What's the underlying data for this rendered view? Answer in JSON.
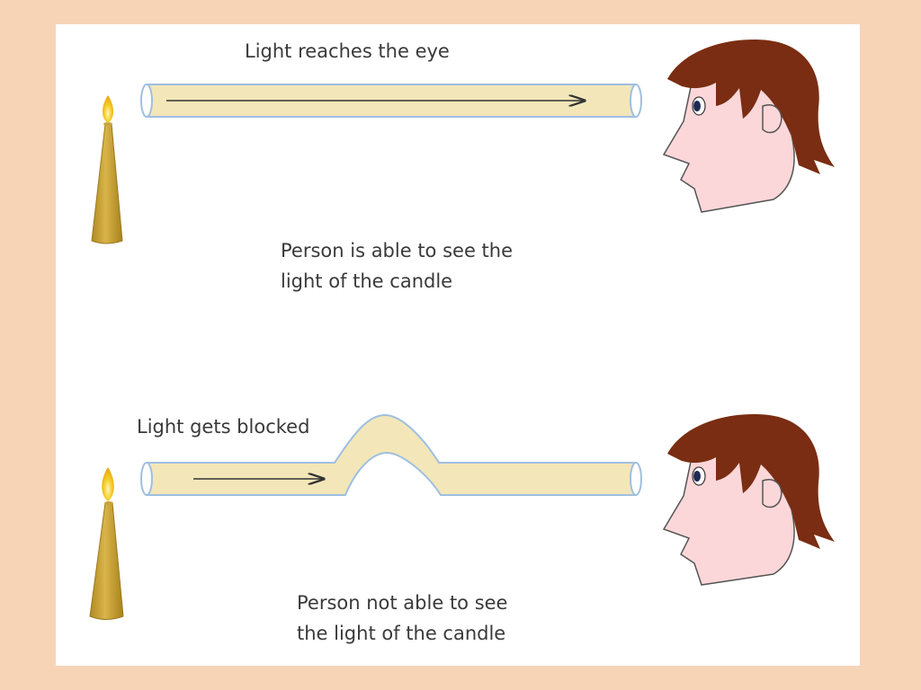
{
  "scene_top": {
    "label": "Light reaches the eye",
    "caption_line1": "Person is able to see the",
    "caption_line2": "light of the candle"
  },
  "scene_bottom": {
    "label": "Light gets blocked",
    "caption_line1": "Person not able to see",
    "caption_line2": "the light of the candle"
  },
  "colors": {
    "frame": "#f8d4b6",
    "panel": "#ffffff",
    "tube_fill": "#f3e7b9",
    "tube_outline": "#9fbfe0",
    "candle": "#c9a33a",
    "flame": "#f2c21c",
    "hair": "#7a2d12",
    "skin": "#fbd7d9",
    "text": "#3a3a3a"
  }
}
